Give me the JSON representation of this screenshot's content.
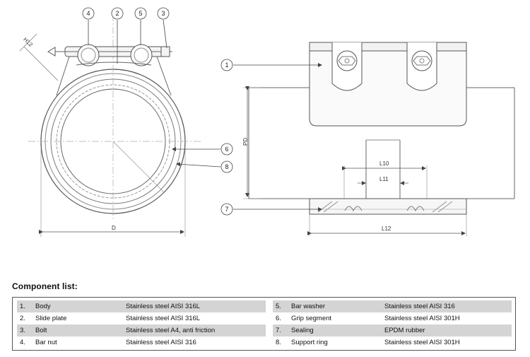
{
  "drawing": {
    "callouts": [
      "1",
      "2",
      "3",
      "4",
      "5",
      "6",
      "7",
      "8"
    ],
    "dimensions": {
      "h12": "H12",
      "d": "D",
      "pd": "PD",
      "l10": "L10",
      "l11": "L11",
      "l12": "L12"
    }
  },
  "component_list": {
    "title": "Component list:",
    "rows": [
      {
        "left": {
          "num": "1.",
          "name": "Body",
          "material": "Stainless steel AISI 316L"
        },
        "right": {
          "num": "5.",
          "name": "Bar washer",
          "material": "Stainless steel AISI 316"
        }
      },
      {
        "left": {
          "num": "2.",
          "name": "Slide plate",
          "material": "Stainless steel AISI 316L"
        },
        "right": {
          "num": "6.",
          "name": "Grip segment",
          "material": "Stainless steel AISI 301H"
        }
      },
      {
        "left": {
          "num": "3.",
          "name": "Bolt",
          "material": "Stainless steel A4, anti friction"
        },
        "right": {
          "num": "7.",
          "name": "Sealing",
          "material": "EPDM rubber"
        }
      },
      {
        "left": {
          "num": "4.",
          "name": "Bar nut",
          "material": "Stainless steel AISI 316"
        },
        "right": {
          "num": "8.",
          "name": "Support ring",
          "material": "Stainless steel AISI 301H"
        }
      }
    ]
  }
}
